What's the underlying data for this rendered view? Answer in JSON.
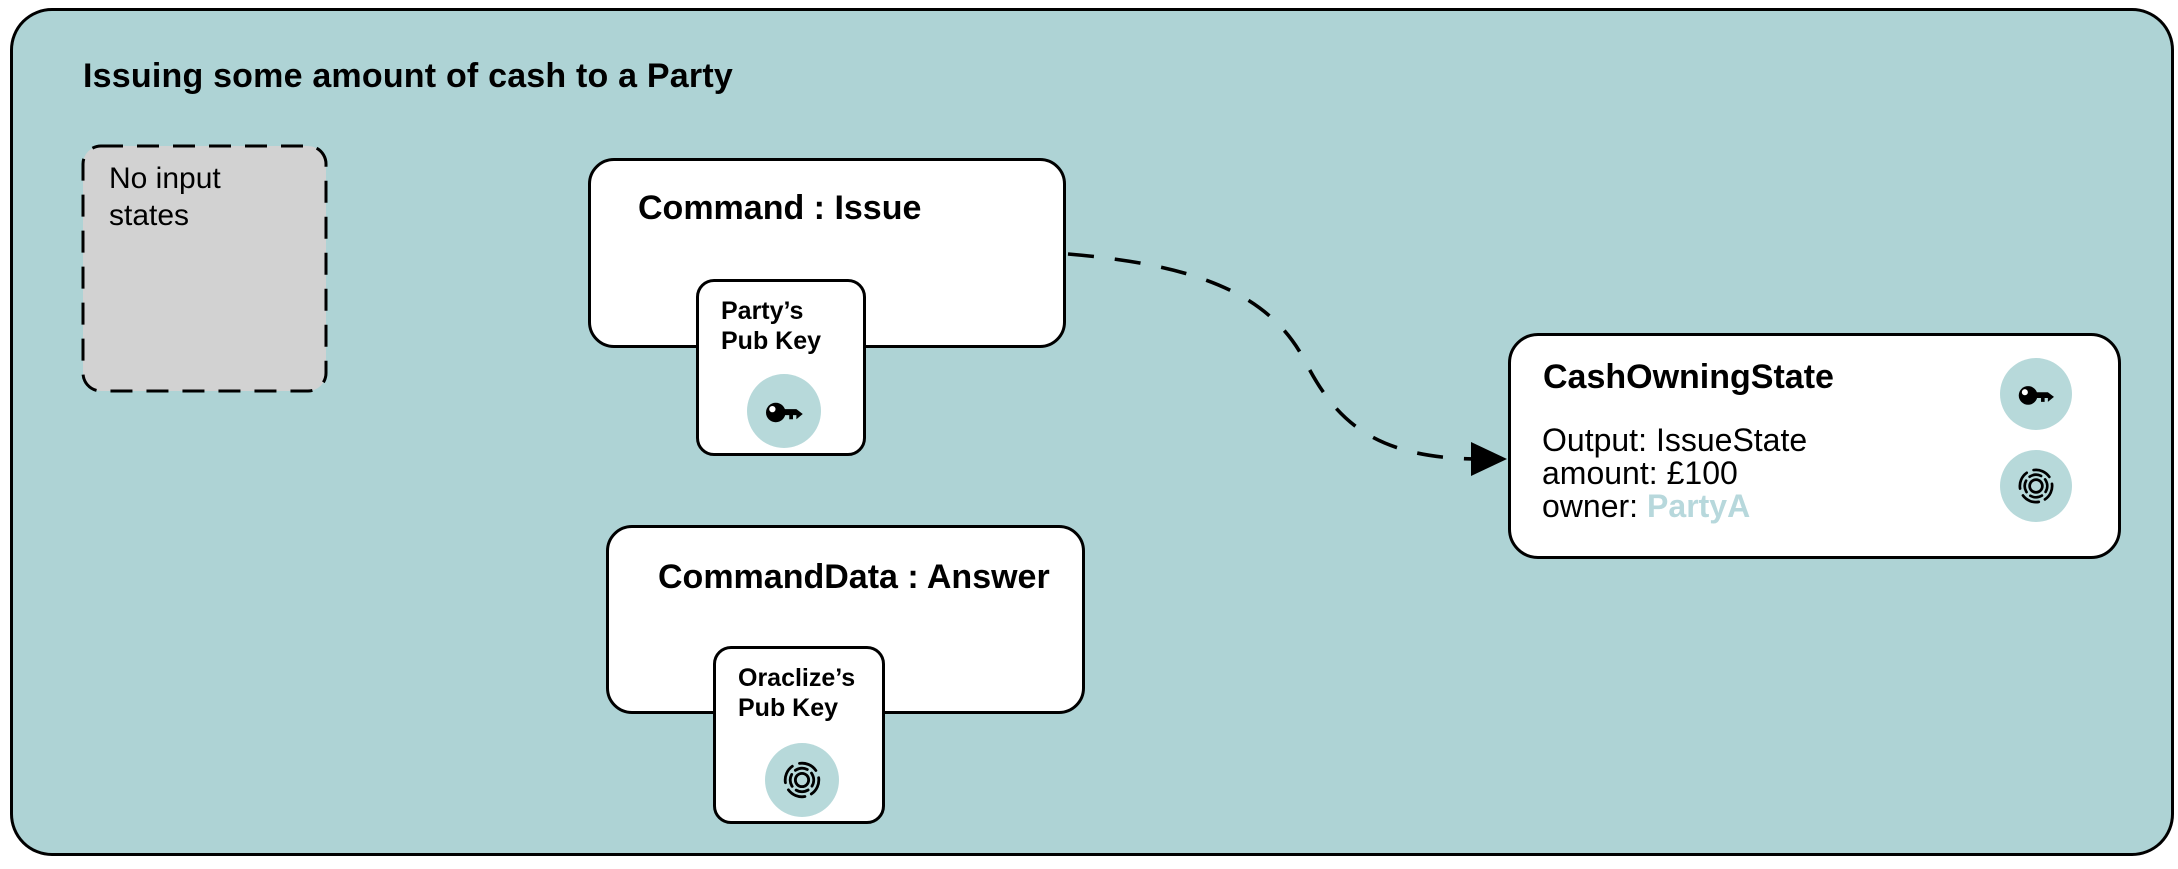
{
  "colors": {
    "container-bg": "#aed3d5",
    "circle-bg": "#b7d9da",
    "highlight": "#b7d8dc",
    "noinput-bg": "#d2d2d2",
    "line": "#000000"
  },
  "diagram": {
    "title": "Issuing some amount of cash to a Party",
    "no_input_box": {
      "label": "No input states"
    },
    "command_box": {
      "title": "Command : Issue",
      "pubkey": {
        "line1": "Party’s",
        "line2": "Pub Key",
        "icon": "key-icon"
      }
    },
    "command_data_box": {
      "title": "CommandData : Answer",
      "pubkey": {
        "line1": "Oraclize’s",
        "line2": "Pub Key",
        "icon": "fingerprint-icon"
      }
    },
    "output_box": {
      "title": "CashOwningState",
      "fields": [
        {
          "label": "Output:",
          "value": "IssueState"
        },
        {
          "label": "amount:",
          "value": "£100"
        },
        {
          "label": "owner:",
          "value": "PartyA"
        }
      ],
      "badges": [
        "key-icon",
        "fingerprint-icon"
      ]
    }
  }
}
